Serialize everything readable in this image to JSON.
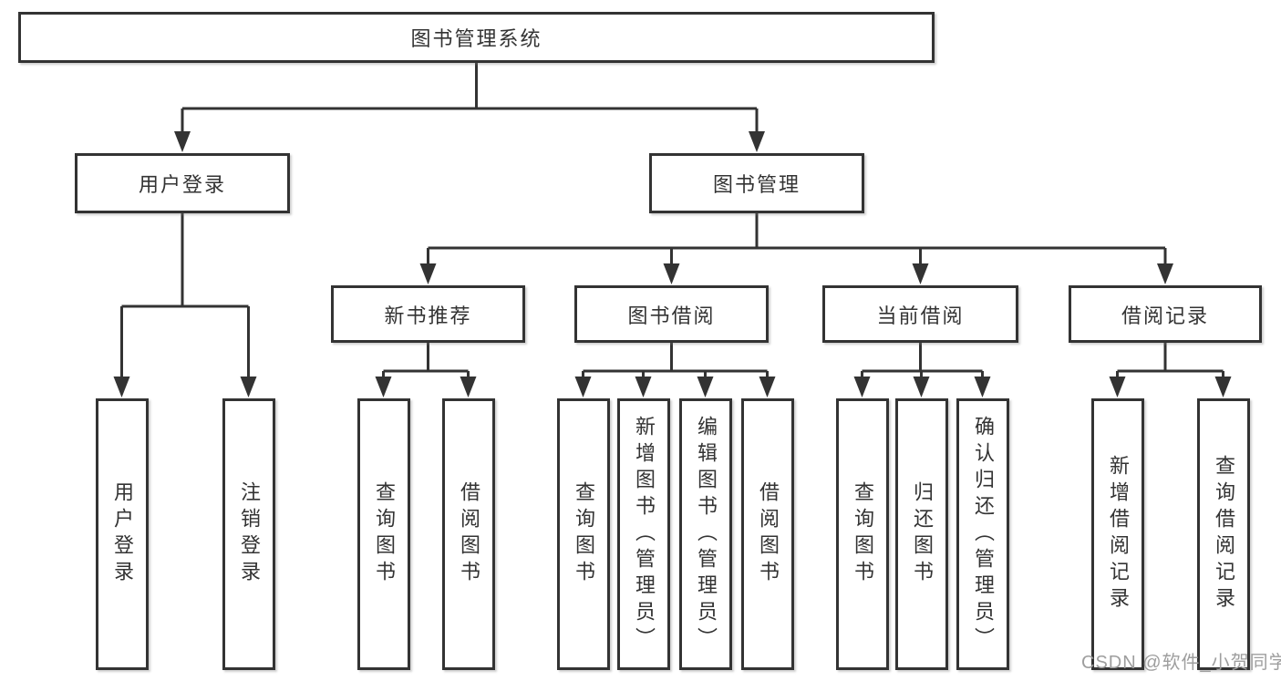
{
  "tree": {
    "label": "图书管理系统",
    "children": [
      {
        "label": "用户登录",
        "children": [
          {
            "label": "用户登录"
          },
          {
            "label": "注销登录"
          }
        ]
      },
      {
        "label": "图书管理",
        "children": [
          {
            "label": "新书推荐",
            "children": [
              {
                "label": "查询图书"
              },
              {
                "label": "借阅图书"
              }
            ]
          },
          {
            "label": "图书借阅",
            "children": [
              {
                "label": "查询图书"
              },
              {
                "label": "新增图书（管理员）"
              },
              {
                "label": "编辑图书（管理员）"
              },
              {
                "label": "借阅图书"
              }
            ]
          },
          {
            "label": "当前借阅",
            "children": [
              {
                "label": "查询图书"
              },
              {
                "label": "归还图书"
              },
              {
                "label": "确认归还（管理员）"
              }
            ]
          },
          {
            "label": "借阅记录",
            "children": [
              {
                "label": "新增借阅记录"
              },
              {
                "label": "查询借阅记录"
              }
            ]
          }
        ]
      }
    ]
  },
  "watermark": {
    "text": "CSDN @软件_小贺同学"
  },
  "colors": {
    "line": "#333333",
    "box_border": "#333333",
    "box_fill": "#ffffff",
    "text": "#333333",
    "watermark": "#9e9e9e",
    "background": "#ffffff"
  }
}
